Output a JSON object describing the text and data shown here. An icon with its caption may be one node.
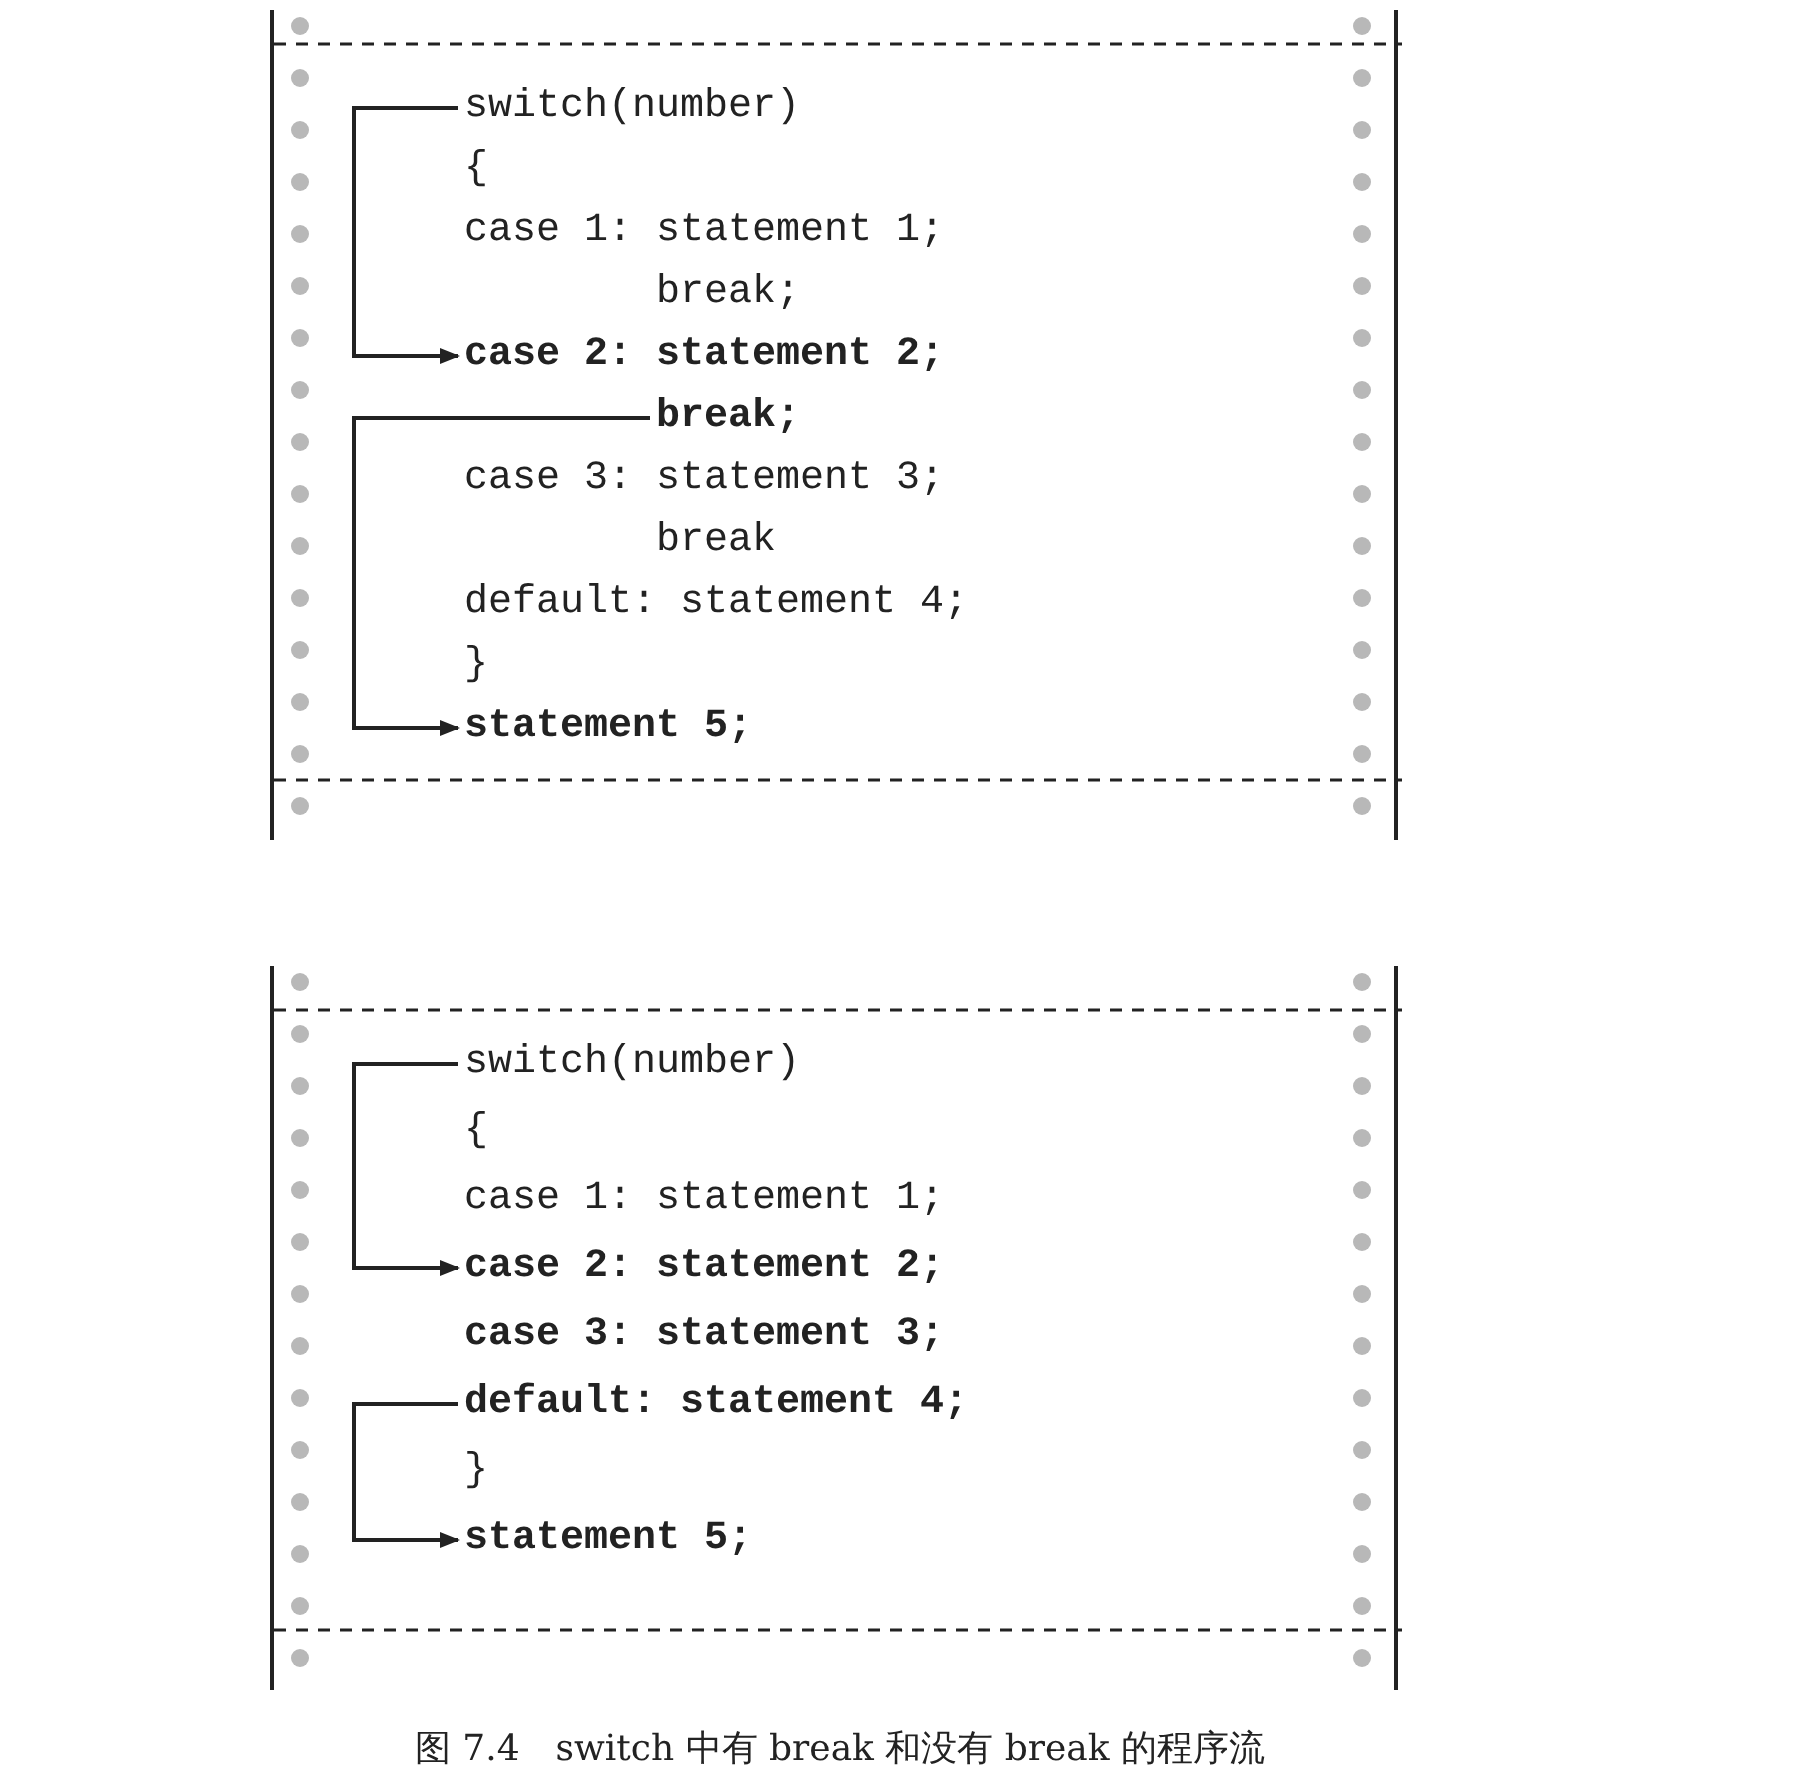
{
  "diagram": {
    "caption": "图 7.4　switch 中有 break 和没有 break 的程序流",
    "nodes": [
      {
        "text": [],
        "shape": "box"
      },
      {
        "text": [
          "switch(number)"
        ],
        "in": 0
      },
      {
        "text": [
          "{"
        ],
        "in": 0
      },
      {
        "text": [
          "case 1: statement 1;"
        ],
        "in": 0
      },
      {
        "text": [
          "break;"
        ],
        "in": 0
      },
      {
        "text": [
          "case 2: statement 2;"
        ],
        "in": 0
      },
      {
        "text": [
          "break;"
        ],
        "in": 0
      },
      {
        "text": [
          "case 3: statement 3;"
        ],
        "in": 0
      },
      {
        "text": [
          "break"
        ],
        "in": 0
      },
      {
        "text": [
          "default: statement 4;"
        ],
        "in": 0
      },
      {
        "text": [
          "}"
        ],
        "in": 0
      },
      {
        "text": [
          "statement 5;"
        ],
        "in": 0
      },
      {
        "text": [],
        "shape": "box"
      },
      {
        "text": [
          "switch(number)"
        ],
        "in": 12
      },
      {
        "text": [
          "{"
        ],
        "in": 12
      },
      {
        "text": [
          "case 1: statement 1;"
        ],
        "in": 12
      },
      {
        "text": [
          "case 2: statement 2;"
        ],
        "in": 12
      },
      {
        "text": [
          "case 3: statement 3;"
        ],
        "in": 12
      },
      {
        "text": [
          "default: statement 4;"
        ],
        "in": 12
      },
      {
        "text": [
          "}"
        ],
        "in": 12
      },
      {
        "text": [
          "statement 5;"
        ],
        "in": 12
      }
    ],
    "edges": [
      {
        "from": 1,
        "to": 5,
        "arrow": "to"
      },
      {
        "from": 6,
        "to": 11,
        "arrow": "to"
      },
      {
        "from": 13,
        "to": 16,
        "arrow": "to"
      },
      {
        "from": 18,
        "to": 20,
        "arrow": "to"
      }
    ]
  }
}
